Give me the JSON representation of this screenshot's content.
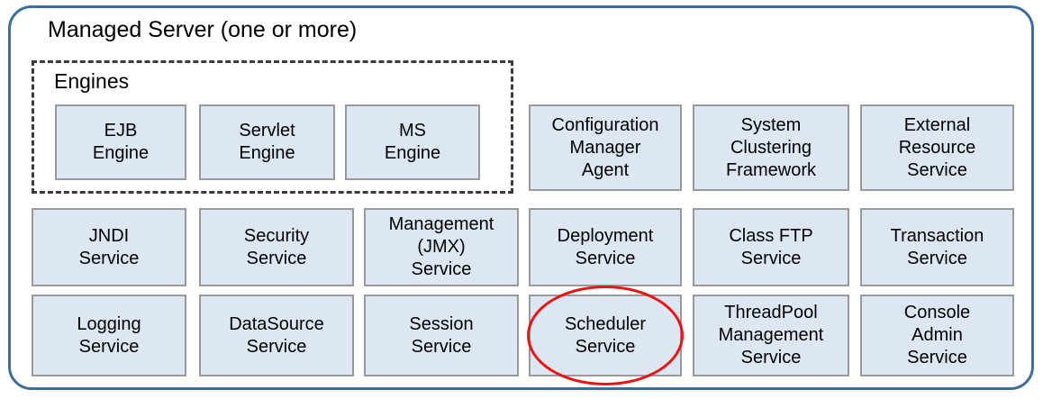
{
  "diagram": {
    "title": "Managed Server (one or more)",
    "engines_group": {
      "label": "Engines",
      "boxes": [
        {
          "label": "EJB\nEngine"
        },
        {
          "label": "Servlet\nEngine"
        },
        {
          "label": "MS\nEngine"
        }
      ]
    },
    "services": {
      "top_right": [
        {
          "label": "Configuration\nManager\nAgent"
        },
        {
          "label": "System\nClustering\nFramework"
        },
        {
          "label": "External\nResource\nService"
        }
      ],
      "middle_row": [
        {
          "label": "JNDI\nService"
        },
        {
          "label": "Security\nService"
        },
        {
          "label": "Management\n(JMX)\nService"
        },
        {
          "label": "Deployment\nService"
        },
        {
          "label": "Class FTP\nService"
        },
        {
          "label": "Transaction\nService"
        }
      ],
      "bottom_row": [
        {
          "label": "Logging\nService"
        },
        {
          "label": "DataSource\nService"
        },
        {
          "label": "Session\nService"
        },
        {
          "label": "Scheduler\nService",
          "highlighted": true
        },
        {
          "label": "ThreadPool\nManagement\nService"
        },
        {
          "label": "Console\nAdmin\nService"
        }
      ]
    },
    "annotation": {
      "shape": "ellipse",
      "target": "Scheduler Service",
      "color": "#ee1111"
    },
    "colors": {
      "frame_border": "#3c6d9c",
      "engines_border": "#3b3b3b",
      "box_fill": "#dde7f3",
      "box_border": "#9a9a9a",
      "highlight": "#ee1111",
      "text": "#000000",
      "background": "#ffffff"
    }
  }
}
